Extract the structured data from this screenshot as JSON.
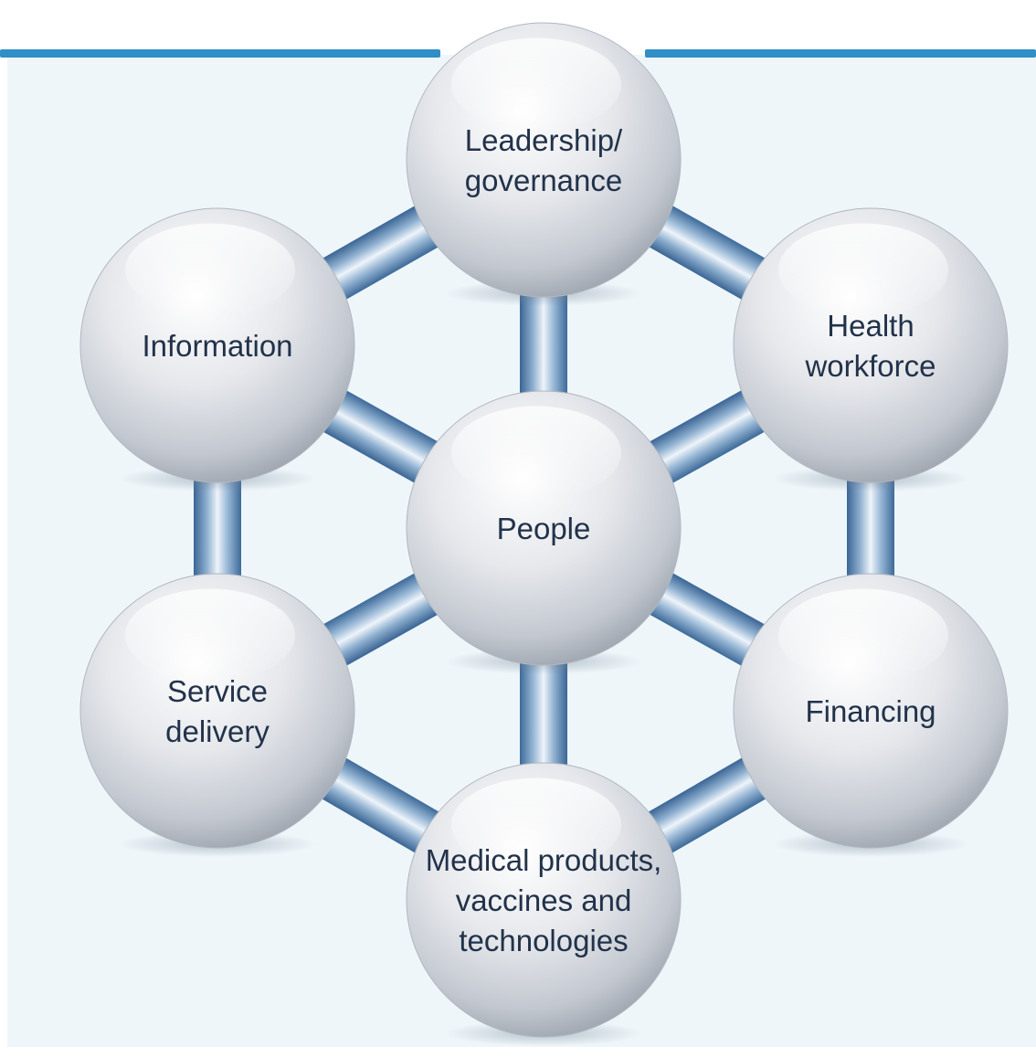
{
  "header": {
    "clipped_title": ""
  },
  "colors": {
    "accent_rule": "#2f8fc6",
    "panel_background": "#eef6fa",
    "node_text": "#22324a",
    "connector_blue": "#5b86b3"
  },
  "nodes": {
    "leadership": [
      "Leadership/",
      "governance"
    ],
    "information": [
      "Information"
    ],
    "workforce": [
      "Health",
      "workforce"
    ],
    "people": [
      "People"
    ],
    "service": [
      "Service",
      "delivery"
    ],
    "financing": [
      "Financing"
    ],
    "medical": [
      "Medical products,",
      "vaccines and",
      "technologies"
    ]
  },
  "connections": [
    [
      "leadership",
      "information"
    ],
    [
      "leadership",
      "workforce"
    ],
    [
      "leadership",
      "people"
    ],
    [
      "information",
      "people"
    ],
    [
      "workforce",
      "people"
    ],
    [
      "information",
      "service"
    ],
    [
      "workforce",
      "financing"
    ],
    [
      "service",
      "people"
    ],
    [
      "financing",
      "people"
    ],
    [
      "service",
      "medical"
    ],
    [
      "financing",
      "medical"
    ],
    [
      "medical",
      "people"
    ]
  ]
}
